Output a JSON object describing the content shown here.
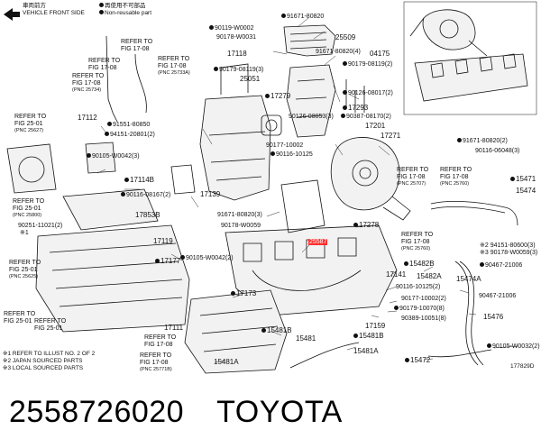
{
  "legend": {
    "front_label_jp": "車両前方",
    "front_label_en": "VEHICLE FRONT SIDE",
    "reuse_jp": "再使用不可部品",
    "reuse_en": "Non-reusable part"
  },
  "notes": {
    "n1": "※1 REFER TO ILLUST NO. 2 OF 2",
    "n2": "※2 JAPAN SOURCED PARTS",
    "n3": "※3 LOCAL SOURCED PARTS"
  },
  "illustration_code": "177829D",
  "highlighted_part": "25587",
  "footer": {
    "part_number": "2558726020",
    "brand": "TOYOTA"
  },
  "labels": {
    "p91671_80820_top": "91671-80820",
    "p90119_w0002": "90119-W0002",
    "p90178_w0031": "90178-W0031",
    "p25509": "25509",
    "p91671_80820_4": "91671-80820(4)",
    "p04175": "04175",
    "p17118": "17118",
    "p90179_08119_3": "90179-08119(3)",
    "p90179_08119_2": "90179-08119(2)",
    "p25051": "25051",
    "p90126_08017_2": "90126-08017(2)",
    "p17279": "17279",
    "p17293": "17293",
    "p17112": "17112",
    "p91551_80850": "91551-80850",
    "p94151_20801_2": "94151-20801(2)",
    "p90126_08053_3": "90126-08053(3)",
    "p90387_08170_2": "90387-08170(2)",
    "p17201": "17201",
    "p17271": "17271",
    "p91671_80820_2": "91671-80820(2)",
    "p90105_w0042_3": "90105-W0042(3)",
    "p90177_10002": "90177-10002",
    "p90116_10125": "90116-10125",
    "p90116_06048_3": "90116-06048(3)",
    "p15471": "15471",
    "p15474": "15474",
    "p17114b": "17114B",
    "p90116_08167_2": "90116-08167(2)",
    "p17139": "17139",
    "p17853b": "17853B",
    "p91671_80820_3": "91671-80820(3)",
    "p90178_w0059": "90178-W0059",
    "p17278": "17278",
    "p90251_11021_2": "90251-11021(2)",
    "p17119": "17119",
    "p90105_w0042_2": "90105-W0042(2)",
    "p17177": "17177",
    "p94151_80600_3": "※2 94151-80600(3)",
    "p90178_w0059_3": "※3 90178-W0059(3)",
    "p17141": "17141",
    "p15482b": "15482B",
    "p90467_21006_a": "90467-21006",
    "p15482a": "15482A",
    "p15474a": "15474A",
    "p90116_10125_2": "90116-10125(2)",
    "p90467_21006_b": "90467-21006",
    "p17173": "17173",
    "p90177_10002_2": "90177-10002(2)",
    "p90179_10070_8": "90179-10070(8)",
    "p90389_10051_8": "90389-10051(8)",
    "p15476": "15476",
    "p17159": "17159",
    "p17111": "17111",
    "p15481b_a": "15481B",
    "p15481": "15481",
    "p15481b_b": "15481B",
    "p15481a": "15481A",
    "p90105_w0032_2": "90105-W0032(2)",
    "p15472": "15472",
    "p15481a_b": "15481A"
  },
  "refs": {
    "r1": [
      "REFER TO",
      "FIG 17-08"
    ],
    "r2": [
      "REFER TO",
      "FIG 17-08"
    ],
    "r3": [
      "REFER TO",
      "FIG 17-08",
      "(PNC 25733A)"
    ],
    "r4": [
      "REFER TO",
      "FIG 17-08",
      "(PNC 25734)"
    ],
    "r5": [
      "REFER TO",
      "FIG 25-01",
      "(PNC 25627)"
    ],
    "r6": [
      "REFER TO",
      "FIG 17-08",
      "(PNC 25707)"
    ],
    "r7": [
      "REFER TO",
      "FIG 17-08",
      "(PNC 25760)"
    ],
    "r8": [
      "REFER TO",
      "FIG 25-01",
      "(PNC 25800)"
    ],
    "r9": [
      "REFER TO",
      "FIG 17-08",
      "(PNC 25760)"
    ],
    "r10": [
      "REFER TO",
      "FIG 25-01",
      "(PNC 25625)"
    ],
    "r11": [
      "REFER TO",
      "FIG 25-01"
    ],
    "r12": [
      "REFER TO",
      "FIG 25-01"
    ],
    "r13": [
      "REFER TO",
      "FIG 17-08"
    ],
    "r14": [
      "REFER TO",
      "FIG 17-08",
      "(PNC 25771B)"
    ]
  }
}
